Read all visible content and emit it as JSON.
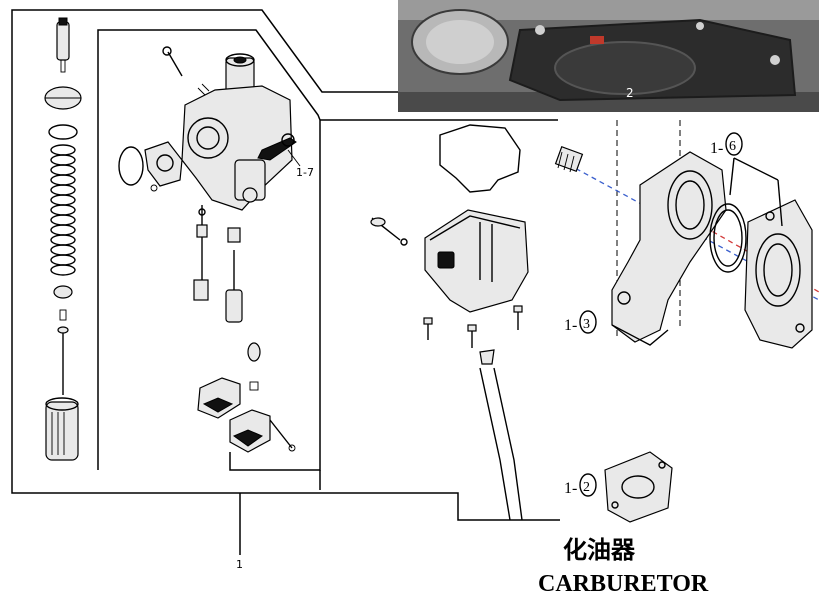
{
  "labels": {
    "callout_1_7": "1-7",
    "callout_2_photo": "2",
    "callout_1": "1",
    "callout_1_6_prefix": "1-",
    "callout_1_6_circle": "6",
    "callout_1_3_prefix": "1-",
    "callout_1_3_circle": "3",
    "callout_1_2_prefix": "1-",
    "callout_1_2_circle": "2"
  },
  "title": {
    "chinese": "化油器",
    "english": "CARBURETOR"
  },
  "colors": {
    "line": "#000000",
    "dash_blue": "#3a5fcd",
    "dash_red": "#d23a3a",
    "photo_bg": "#6e6e6e"
  }
}
